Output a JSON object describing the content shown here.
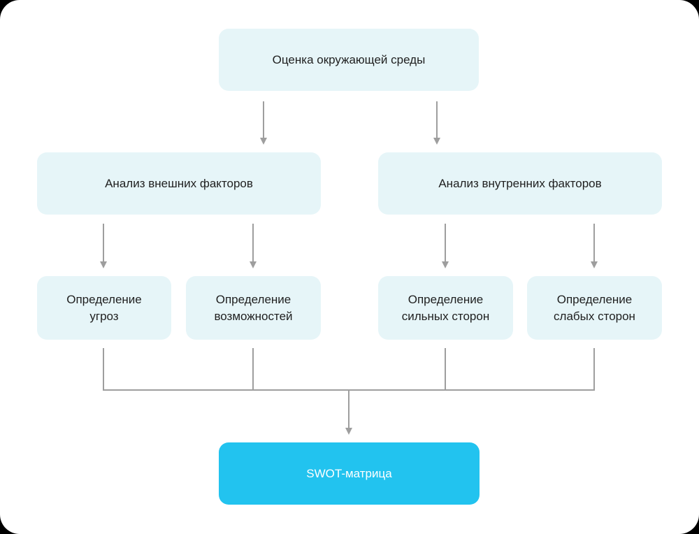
{
  "diagram": {
    "nodes": {
      "env": "Оценка окружающей среды",
      "external": "Анализ внешних факторов",
      "internal": "Анализ внутренних факторов",
      "threats": "Определение\nугроз",
      "opportunities": "Определение\nвозможностей",
      "strengths": "Определение\nсильных сторон",
      "weaknesses": "Определение\nслабых сторон",
      "swot": "SWOT-матрица"
    },
    "colors": {
      "node_fill": "#e6f5f8",
      "accent_fill": "#22c3ef",
      "connector": "#9e9e9e",
      "text": "#1f1f1f"
    }
  }
}
